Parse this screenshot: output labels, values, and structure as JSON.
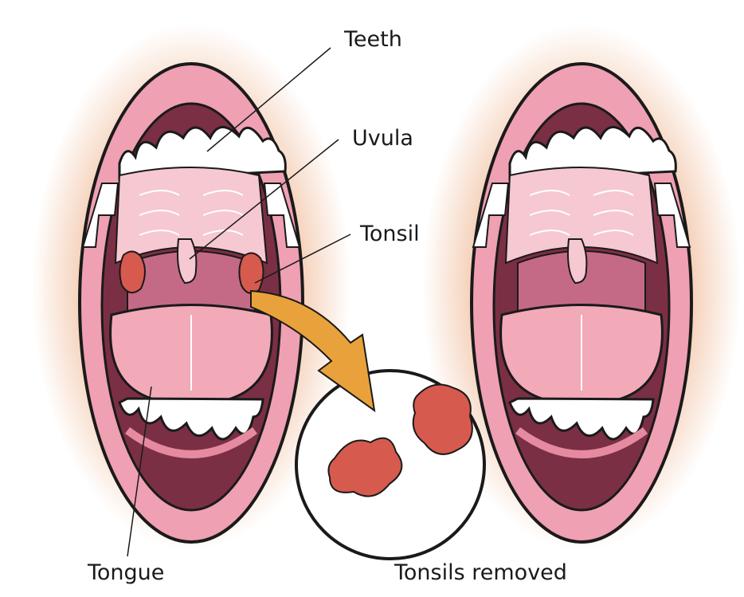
{
  "labels": {
    "teeth": "Teeth",
    "uvula": "Uvula",
    "tonsil": "Tonsil",
    "tongue": "Tongue",
    "tonsils_removed": "Tonsils removed"
  },
  "colors": {
    "glow": "#f2c4a6",
    "lip": "#efa0b2",
    "lip_shade": "#e58aa0",
    "teeth": "#ffffff",
    "palate": "#f6c8d2",
    "throat": "#c46a86",
    "tongue": "#f2a9b8",
    "tonsil": "#d65a4e",
    "arrow": "#e9a23b",
    "outline": "#1a1a1a"
  }
}
